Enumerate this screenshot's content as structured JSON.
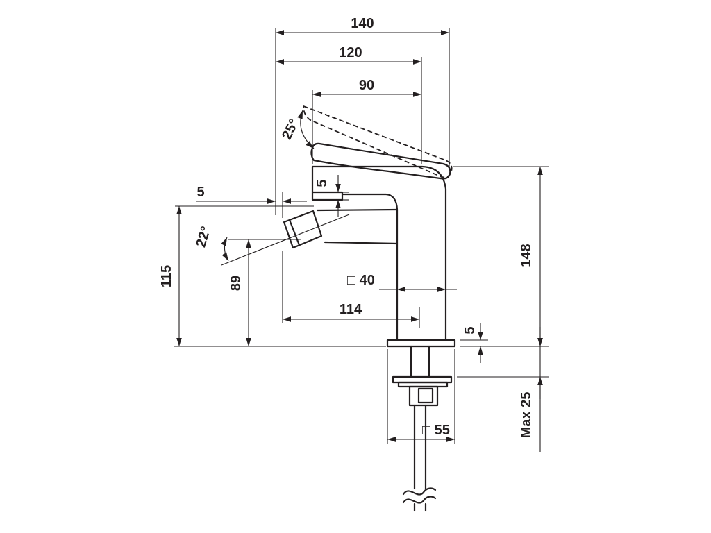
{
  "drawing": {
    "type": "technical-dimension-drawing",
    "subject": "single-lever bidet mixer faucet, side view",
    "colors": {
      "line": "#231f20",
      "background": "#ffffff"
    },
    "dims": {
      "d140": "140",
      "d120": "120",
      "d90": "90",
      "a25": "25°",
      "d5_spout": "5",
      "d5_left": "5",
      "a22": "22°",
      "d115": "115",
      "d89": "89",
      "d40": "□ 40",
      "d114": "114",
      "d148": "148",
      "d5_right": "5",
      "dmax25": "Max 25",
      "d55": "□ 55"
    }
  }
}
